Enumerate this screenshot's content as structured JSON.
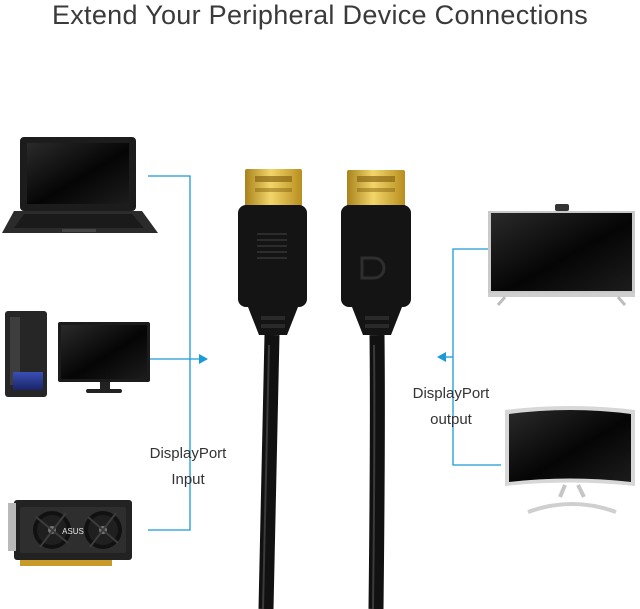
{
  "title": "Extend Your Peripheral Device Connections",
  "input_label": {
    "line1": "DisplayPort",
    "line2": "Input"
  },
  "output_label": {
    "line1": "DisplayPort",
    "line2": "output"
  },
  "accent_color": "#1a9bd7",
  "cable_color": "#111111",
  "connector_color": "#c9a227",
  "gpu_brand": "ASUS",
  "icons": {
    "sources": [
      "laptop-icon",
      "desktop-computer-icon",
      "graphics-card-icon"
    ],
    "displays": [
      "tv-icon",
      "curved-monitor-icon"
    ],
    "cable": "displayport-cable-icon"
  }
}
